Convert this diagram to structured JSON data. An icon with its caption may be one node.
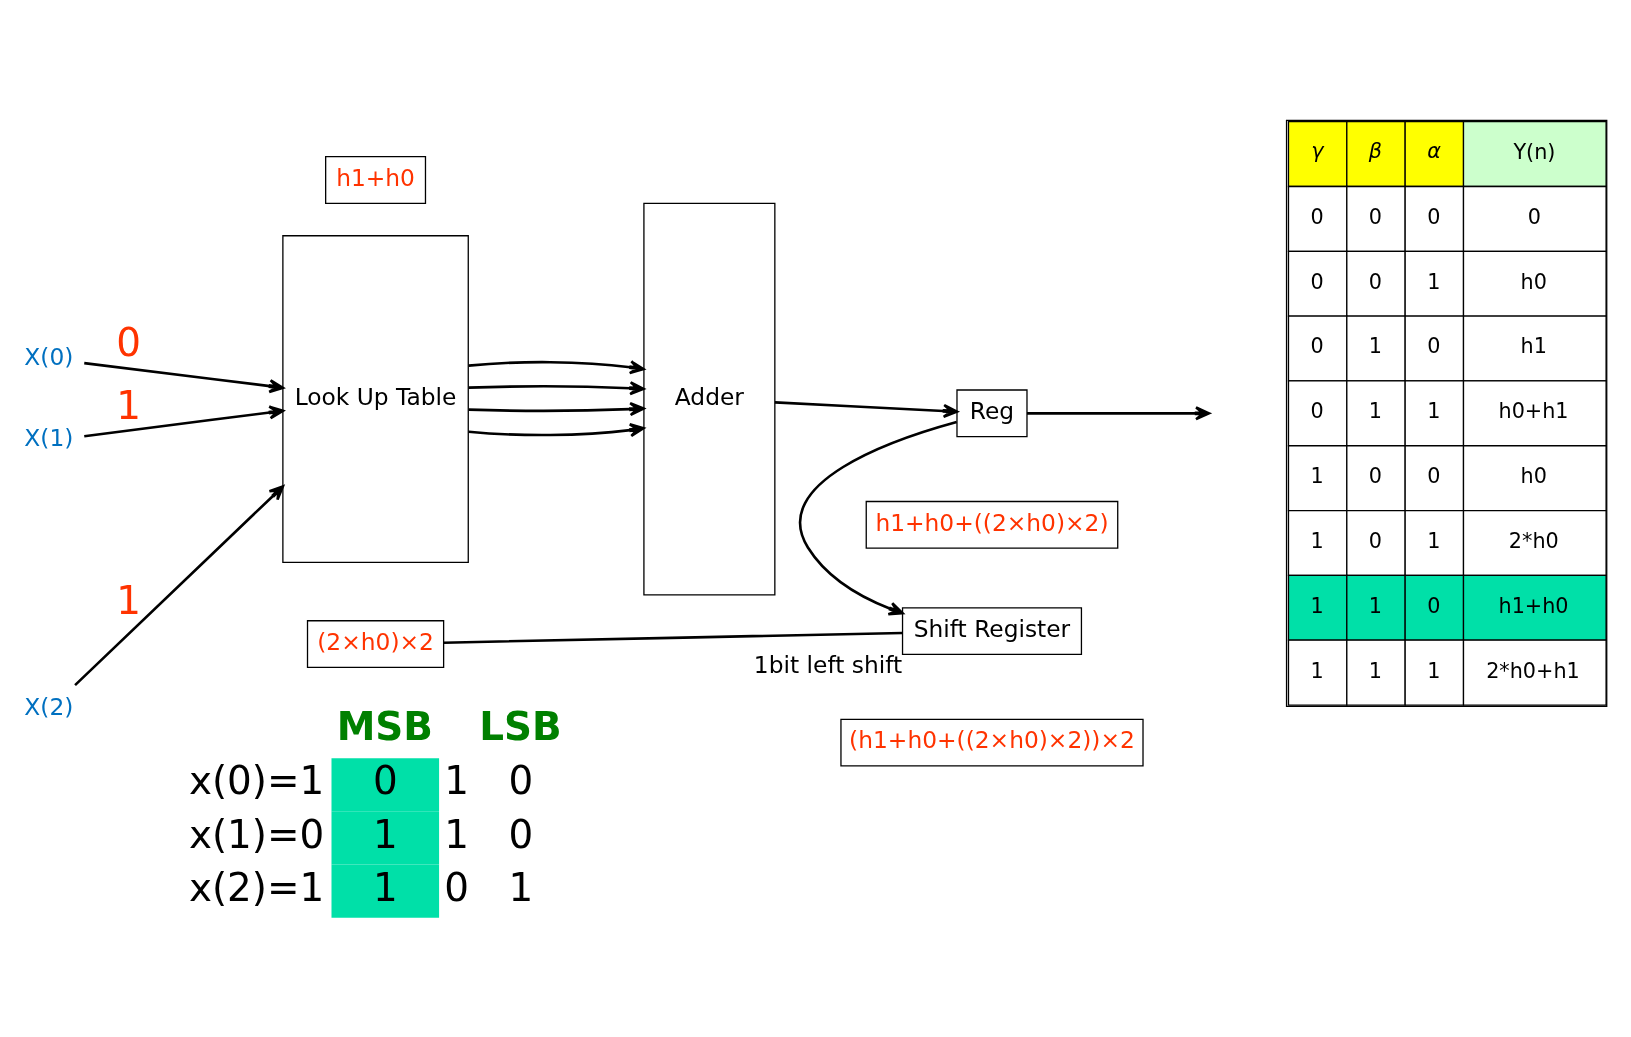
{
  "diagram": {
    "nodes": [
      {
        "text": [
          "X(0)"
        ]
      },
      {
        "text": [
          "X(1)"
        ]
      },
      {
        "text": [
          "X(2)"
        ]
      },
      {
        "text": [
          "Look Up Table"
        ]
      },
      {
        "text": [
          "Adder"
        ]
      },
      {
        "text": [
          "Reg"
        ]
      },
      {
        "text": [
          "Shift Register"
        ],
        "beside": [
          "1bit left shift"
        ]
      },
      {
        "text": [
          "h1+h0"
        ]
      },
      {
        "text": [
          "(2×h0)×2"
        ]
      },
      {
        "text": [
          "h1+h0+((2×h0)×2)"
        ]
      },
      {
        "text": [
          "(h1+h0+((2×h0)×2))×2"
        ]
      }
    ],
    "edges": [
      {
        "from": 0,
        "to": 3,
        "arrow": "to",
        "label": "0"
      },
      {
        "from": 1,
        "to": 3,
        "arrow": "to",
        "label": "1"
      },
      {
        "from": 2,
        "to": 3,
        "arrow": "to",
        "label": "1"
      },
      {
        "from": 3,
        "to": 4,
        "arrow": "to"
      },
      {
        "from": 3,
        "to": 4,
        "arrow": "to"
      },
      {
        "from": 3,
        "to": 4,
        "arrow": "to"
      },
      {
        "from": 3,
        "to": 4,
        "arrow": "to"
      },
      {
        "from": 4,
        "to": 5,
        "arrow": "to"
      },
      {
        "from": 5,
        "to": null,
        "arrow": "to"
      },
      {
        "from": 5,
        "to": 6,
        "arrow": "to"
      },
      {
        "from": 6,
        "to": 8,
        "arrow": "none"
      }
    ],
    "labels": [
      "MSB",
      "LSB",
      "x(0)=1 0 1 0",
      "x(1)=0 1 1 0",
      "x(2)=1 1 0 1",
      "γ",
      "β",
      "α",
      "Y(n)",
      "0",
      "0",
      "0",
      "0",
      "0",
      "0",
      "1",
      "h0",
      "0",
      "1",
      "0",
      "h1",
      "0",
      "1",
      "1",
      "h0+h1",
      "1",
      "0",
      "0",
      "h0",
      "1",
      "0",
      "1",
      "2*h0",
      "1",
      "1",
      "0",
      "h1+h0",
      "1",
      "1",
      "1",
      "2*h0+h1"
    ]
  }
}
